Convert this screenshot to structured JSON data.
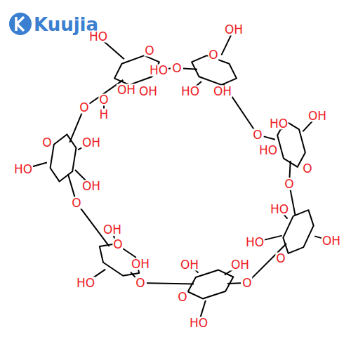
{
  "diagram": {
    "labels": [
      "Kuujia",
      "HO",
      "O",
      "HO",
      "O",
      "OH",
      "OH",
      "O",
      "H",
      "O",
      "OH",
      "O",
      "HO",
      "OH",
      "O",
      "OH",
      "HO",
      "HO",
      "O",
      "O",
      "HO",
      "HO",
      "OH",
      "O",
      "O",
      "OH",
      "OH",
      "O",
      "HO",
      "O",
      "OH",
      "OH",
      "HO",
      "O",
      "O",
      "OH",
      "O",
      "HO",
      "OH"
    ]
  }
}
